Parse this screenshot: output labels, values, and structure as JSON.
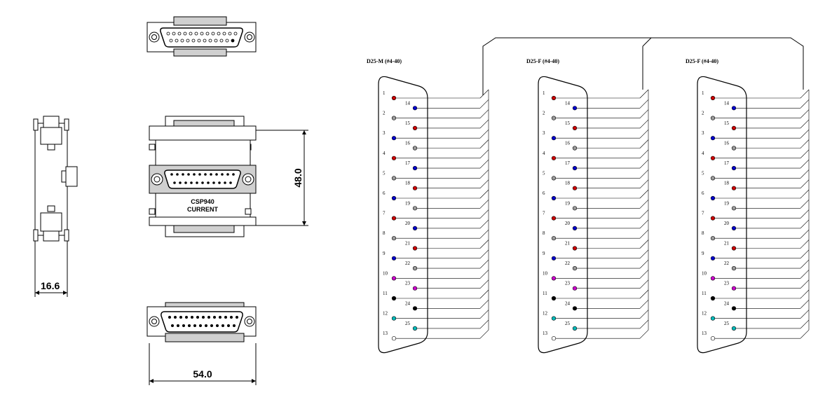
{
  "mechanical": {
    "dim_width": "16.6",
    "dim_height": "48.0",
    "dim_length": "54.0",
    "label_line1": "CSP940",
    "label_line2": "CURRENT"
  },
  "connectors": [
    {
      "title": "D25-M (#4-40)"
    },
    {
      "title": "D25-F (#4-40)"
    },
    {
      "title": "D25-F (#4-40)"
    }
  ],
  "pins": [
    {
      "num": "1",
      "color": "#cc0000"
    },
    {
      "num": "14",
      "color": "#0000cc"
    },
    {
      "num": "2",
      "color": "#999999"
    },
    {
      "num": "15",
      "color": "#cc0000"
    },
    {
      "num": "3",
      "color": "#0000cc"
    },
    {
      "num": "16",
      "color": "#999999"
    },
    {
      "num": "4",
      "color": "#cc0000"
    },
    {
      "num": "17",
      "color": "#0000cc"
    },
    {
      "num": "5",
      "color": "#999999"
    },
    {
      "num": "18",
      "color": "#cc0000"
    },
    {
      "num": "6",
      "color": "#0000cc"
    },
    {
      "num": "19",
      "color": "#999999"
    },
    {
      "num": "7",
      "color": "#cc0000"
    },
    {
      "num": "20",
      "color": "#0000cc"
    },
    {
      "num": "8",
      "color": "#999999"
    },
    {
      "num": "21",
      "color": "#cc0000"
    },
    {
      "num": "9",
      "color": "#0000cc"
    },
    {
      "num": "22",
      "color": "#999999"
    },
    {
      "num": "10",
      "color": "#cc00cc"
    },
    {
      "num": "23",
      "color": "#cc00cc"
    },
    {
      "num": "11",
      "color": "#000000"
    },
    {
      "num": "24",
      "color": "#000000"
    },
    {
      "num": "12",
      "color": "#00bbbb"
    },
    {
      "num": "25",
      "color": "#00bbbb"
    },
    {
      "num": "13",
      "color": "#ffffff"
    }
  ]
}
